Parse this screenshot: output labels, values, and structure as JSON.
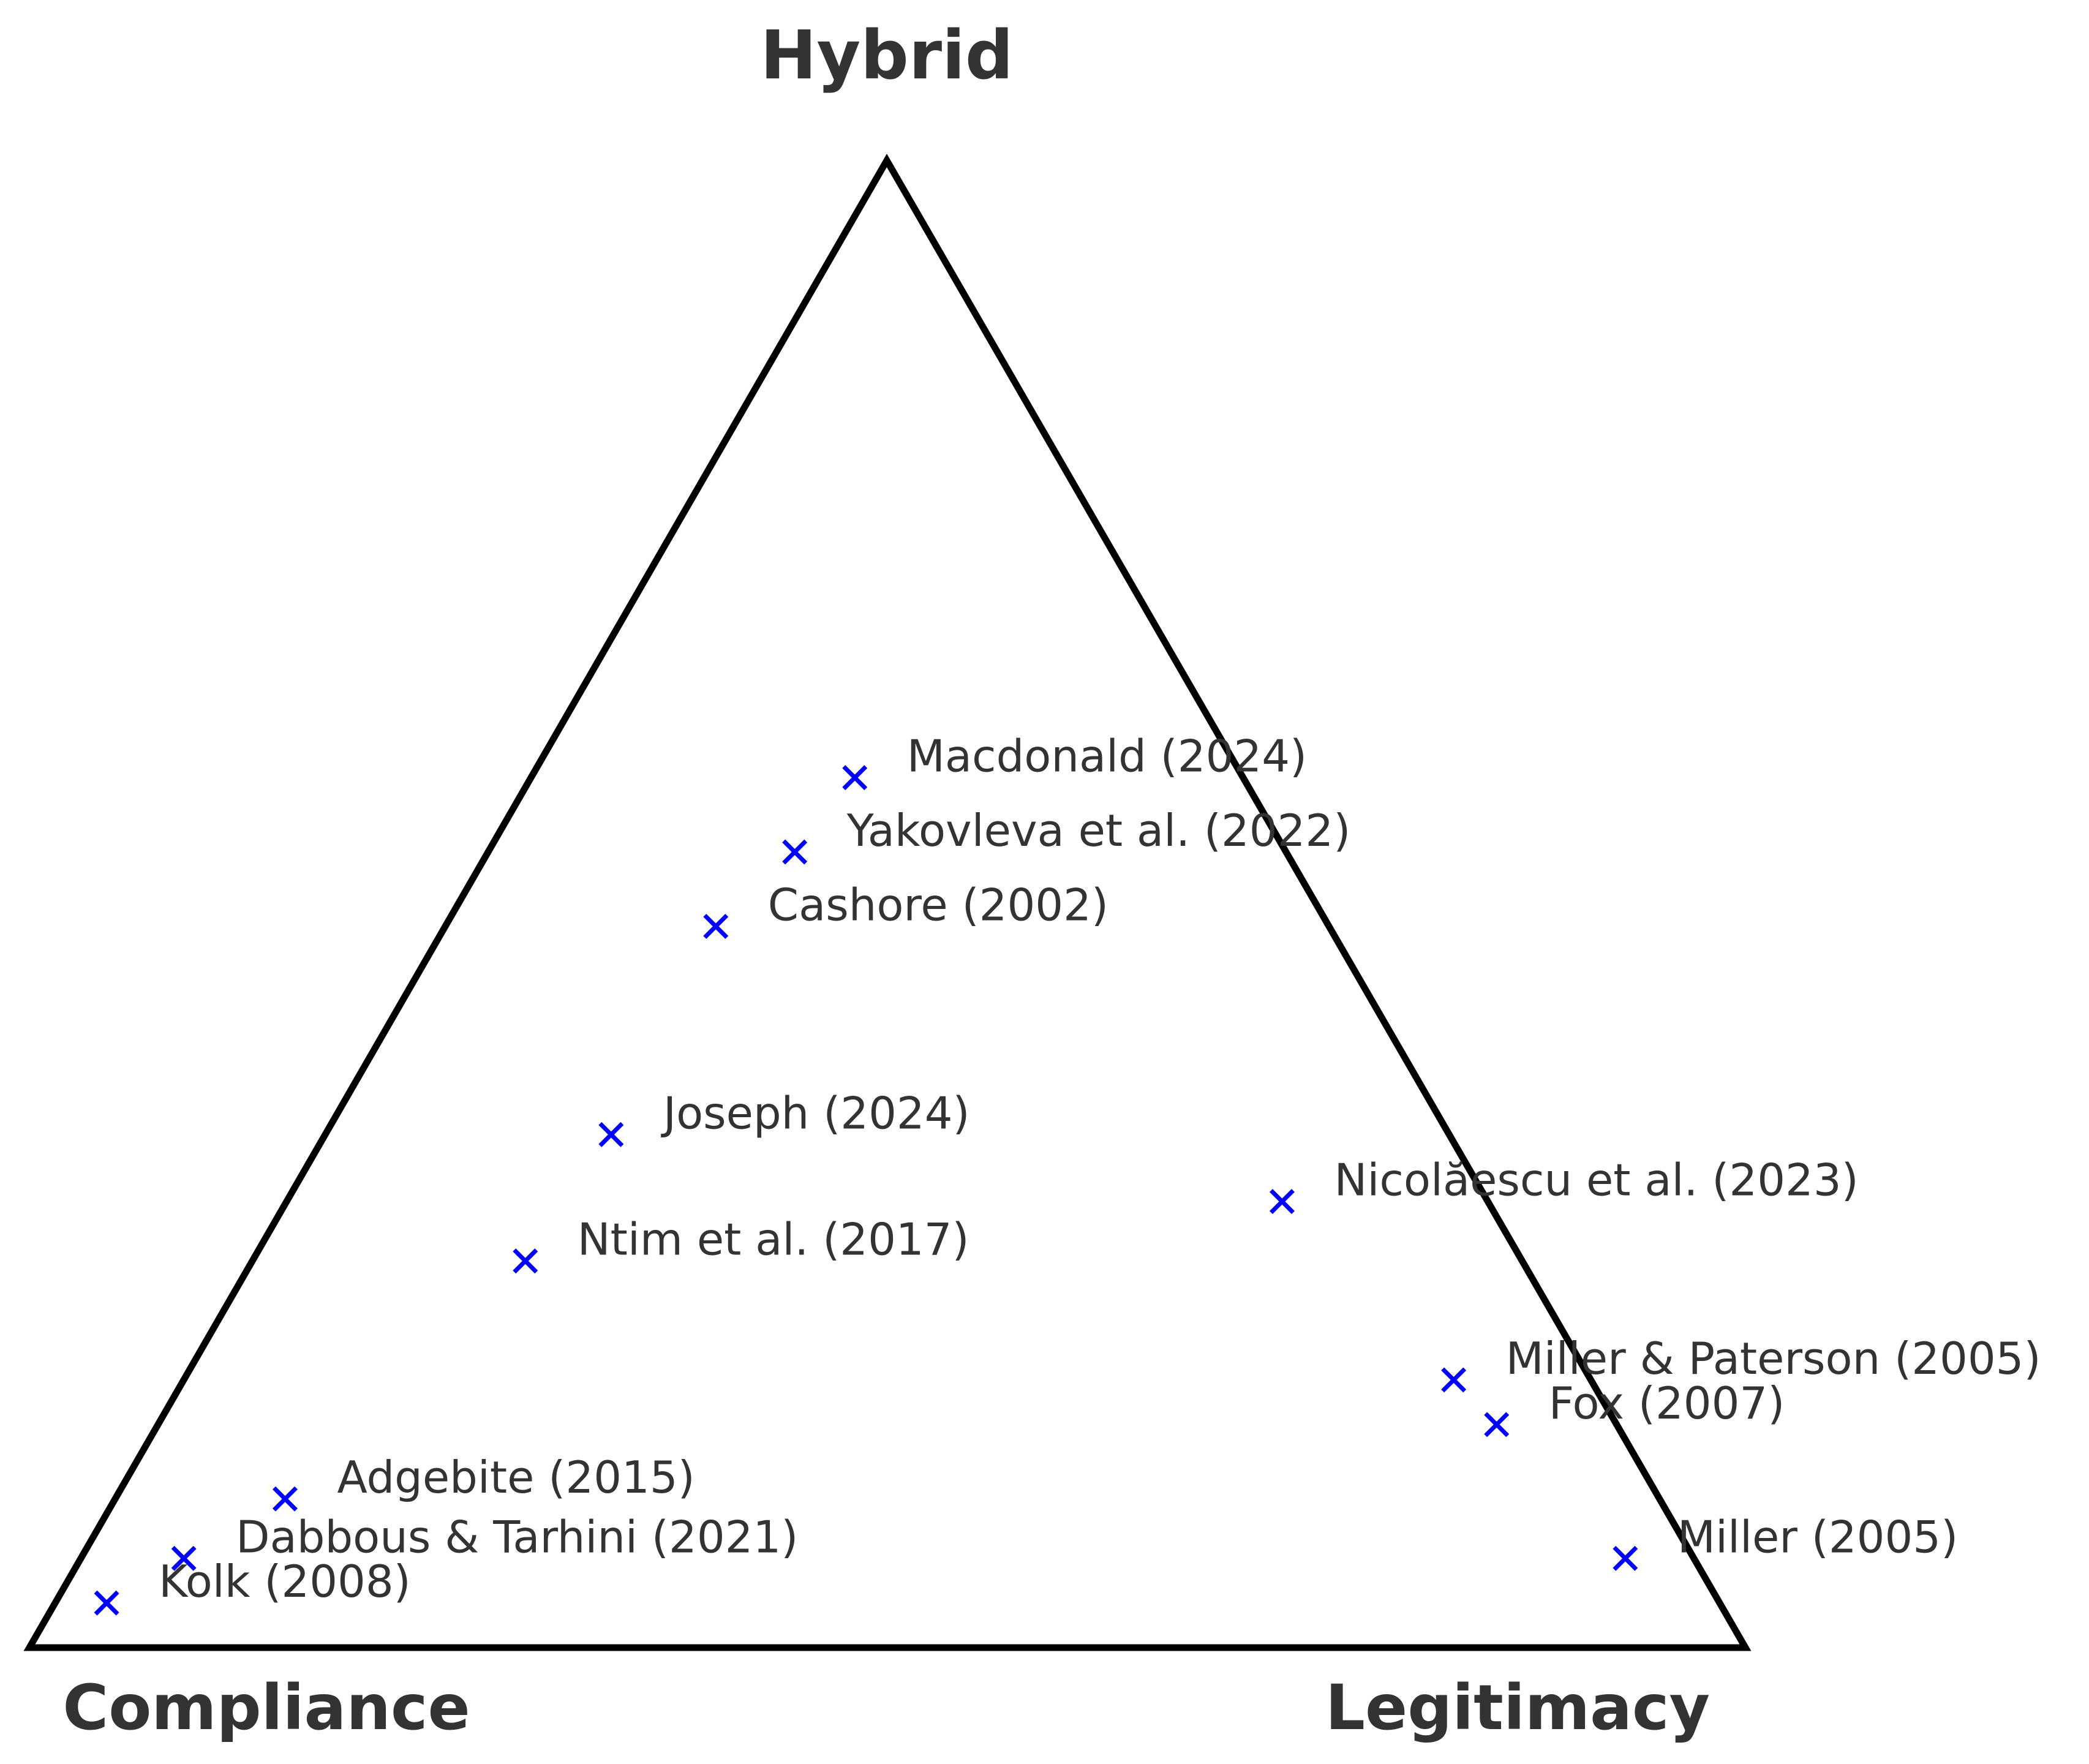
{
  "chart_data": {
    "type": "scatter",
    "subtype": "ternary",
    "title": "",
    "vertices": {
      "top": "Hybrid",
      "bottom_left": "Compliance",
      "bottom_right": "Legitimacy"
    },
    "grid": false,
    "legend": "none",
    "marker": "x",
    "marker_color": "#0000ff",
    "outline_color": "#000000",
    "label_color": "#333333",
    "points": [
      {
        "label": "Macdonald (2024)",
        "x": 0.481,
        "y": 0.585
      },
      {
        "label": "Yakovleva et al. (2022)",
        "x": 0.446,
        "y": 0.535
      },
      {
        "label": "Cashore (2002)",
        "x": 0.4,
        "y": 0.485
      },
      {
        "label": "Joseph (2024)",
        "x": 0.339,
        "y": 0.345
      },
      {
        "label": "Nicolăescu et al. (2023)",
        "x": 0.73,
        "y": 0.3
      },
      {
        "label": "Ntim et al. (2017)",
        "x": 0.289,
        "y": 0.26
      },
      {
        "label": "Miller & Paterson (2005)",
        "x": 0.83,
        "y": 0.18
      },
      {
        "label": "Fox (2007)",
        "x": 0.855,
        "y": 0.15
      },
      {
        "label": "Adgebite (2015)",
        "x": 0.149,
        "y": 0.1
      },
      {
        "label": "Miller (2005)",
        "x": 0.93,
        "y": 0.06
      },
      {
        "label": "Dabbous & Tarhini (2021)",
        "x": 0.09,
        "y": 0.06
      },
      {
        "label": "Kolk (2008)",
        "x": 0.045,
        "y": 0.03
      }
    ]
  }
}
